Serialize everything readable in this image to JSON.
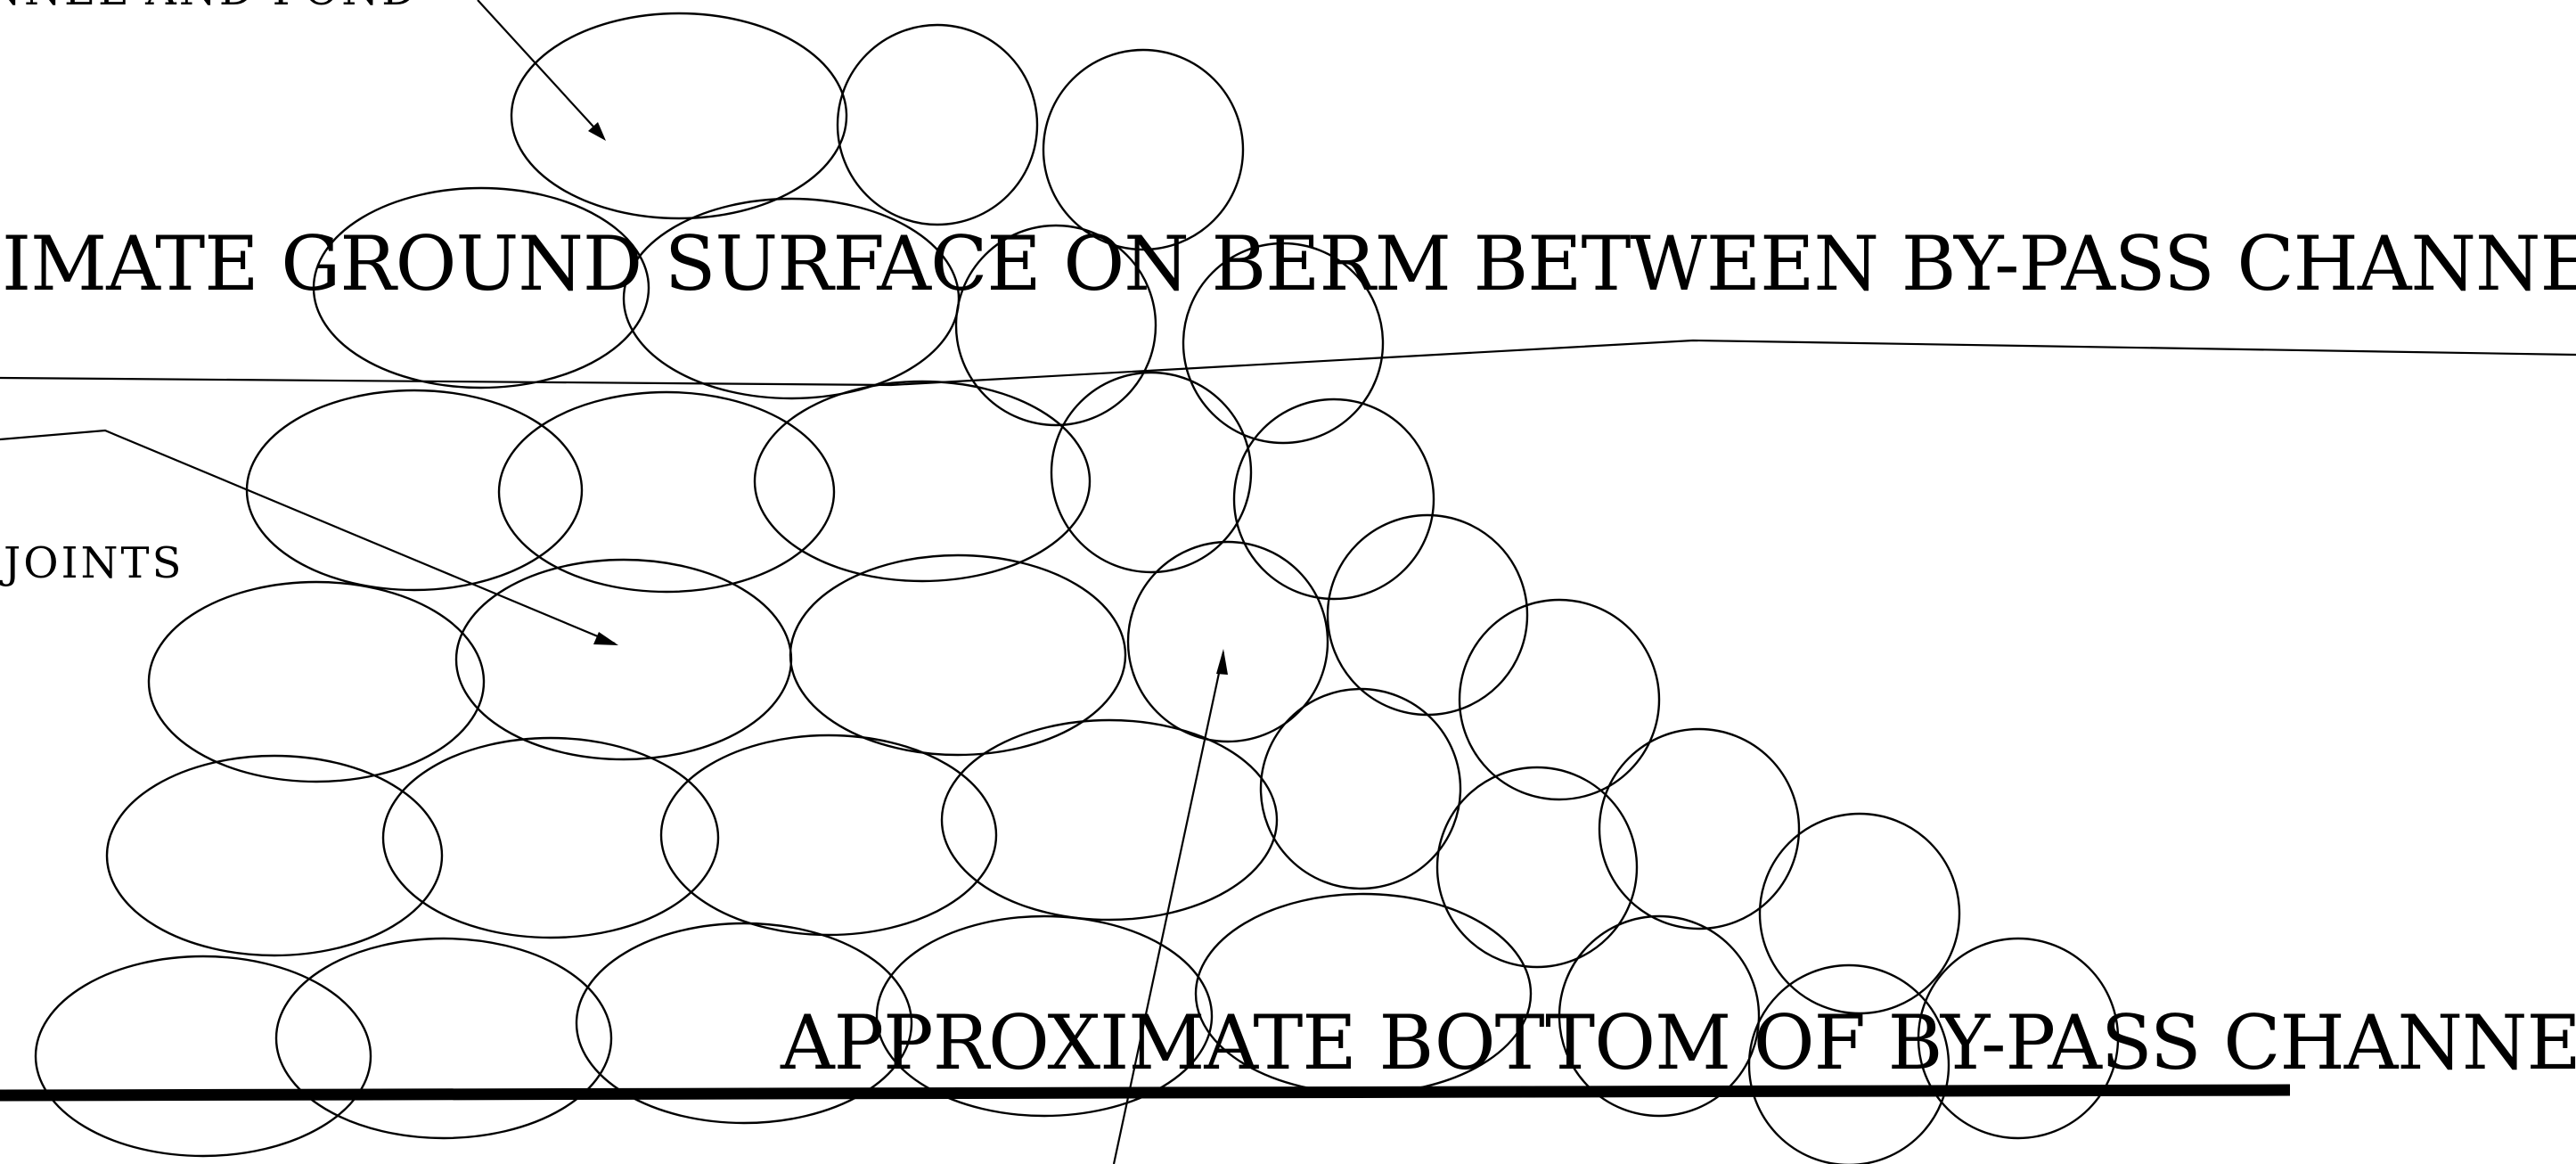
{
  "labels": {
    "top_left": "NNEL AND POND",
    "berm_surface": "IMATE GROUND SURFACE ON BERM BETWEEN BY-PASS CHANNEL A",
    "joints": "JOINTS",
    "channel_bottom": "APPROXIMATE BOTTOM OF BY-PASS CHANNEL"
  }
}
